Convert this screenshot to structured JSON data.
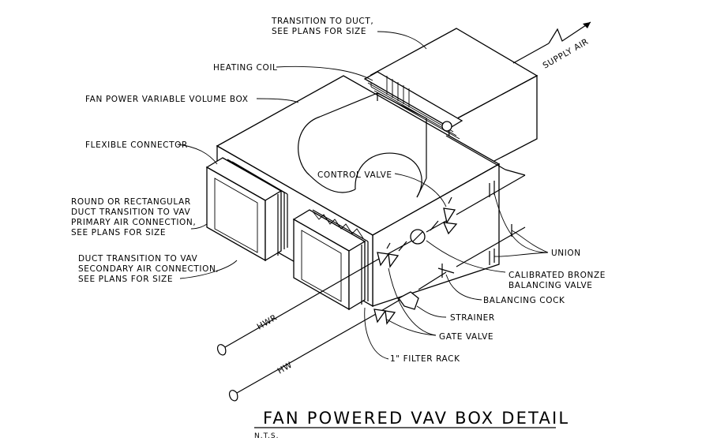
{
  "labels": {
    "transition_to_duct_1": "TRANSITION TO DUCT,",
    "transition_to_duct_2": "SEE PLANS FOR SIZE",
    "supply_air": "SUPPLY AIR",
    "heating_coil": "HEATING COIL",
    "fpvv_box": "FAN POWER VARIABLE VOLUME BOX",
    "flexible_connector": "FLEXIBLE CONNECTOR",
    "control_valve": "CONTROL VALVE",
    "round_rect_1": "ROUND OR RECTANGULAR",
    "round_rect_2": "DUCT TRANSITION TO VAV",
    "round_rect_3": "PRIMARY AIR CONNECTION,",
    "round_rect_4": "SEE PLANS FOR SIZE",
    "duct_trans_1": "DUCT TRANSITION TO  VAV",
    "duct_trans_2": "SECONDARY AIR CONNECTION,",
    "duct_trans_3": "SEE PLANS FOR SIZE",
    "union": "UNION",
    "calibrated_1": "CALIBRATED BRONZE",
    "calibrated_2": "BALANCING VALVE",
    "balancing_cock": "BALANCING COCK",
    "strainer": "STRAINER",
    "gate_valve": "GATE VALVE",
    "filter_rack": "1\" FILTER RACK",
    "hwr": "HWR",
    "hw": "HW"
  },
  "title": "FAN POWERED VAV BOX DETAIL",
  "scale_note": "N.T.S."
}
